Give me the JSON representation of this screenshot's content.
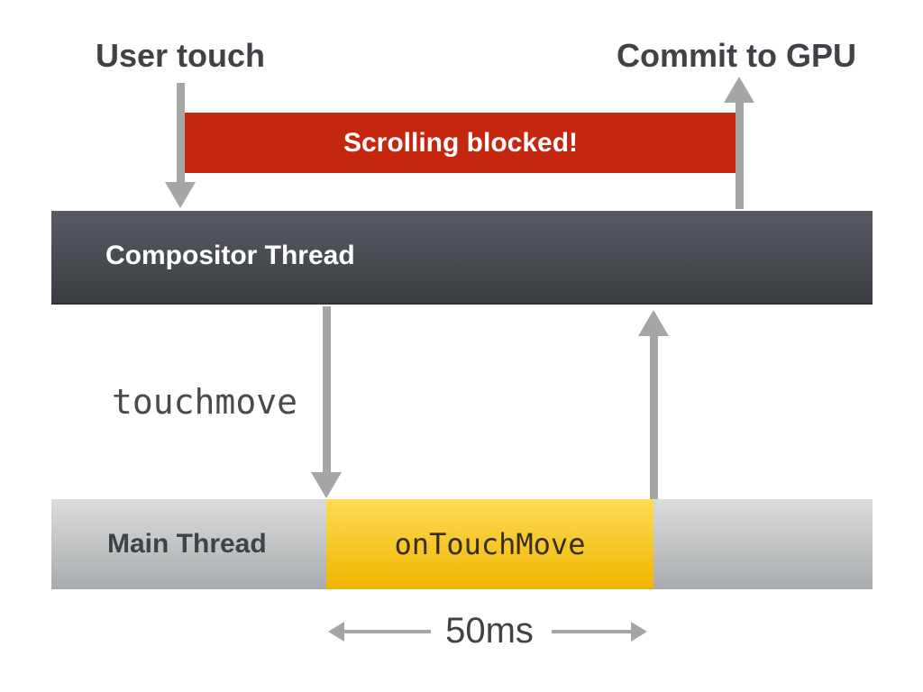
{
  "title": "Touch scroll latency diagram",
  "header": {
    "user_touch_label": "User touch",
    "commit_gpu_label": "Commit to GPU"
  },
  "banner": {
    "label": "Scrolling blocked!"
  },
  "compositor_bar": {
    "label": "Compositor Thread"
  },
  "event": {
    "label": "touchmove"
  },
  "main_bar": {
    "label": "Main Thread",
    "task_label": "onTouchMove"
  },
  "duration": {
    "label": "50ms"
  },
  "icons": {
    "user_touch_arrow": "arrow-down",
    "commit_gpu_arrow": "arrow-up",
    "touchmove_arrow": "arrow-down",
    "reply_arrow": "arrow-up",
    "duration_arrows": "arrow-left-right"
  },
  "colors": {
    "banner_red": "#c4260f",
    "compositor_top": "#585c62",
    "compositor_bottom": "#3a3e43",
    "main_top": "#dbdcdd",
    "main_bottom": "#a8abad",
    "task_yellow_top": "#ffdb55",
    "task_yellow_bottom": "#f0b400",
    "arrow_gray": "#a5a5a5",
    "text_dark": "#3f4347",
    "text_white": "#ffffff",
    "mono_dark": "#4a4a4a",
    "task_text": "#363019"
  }
}
